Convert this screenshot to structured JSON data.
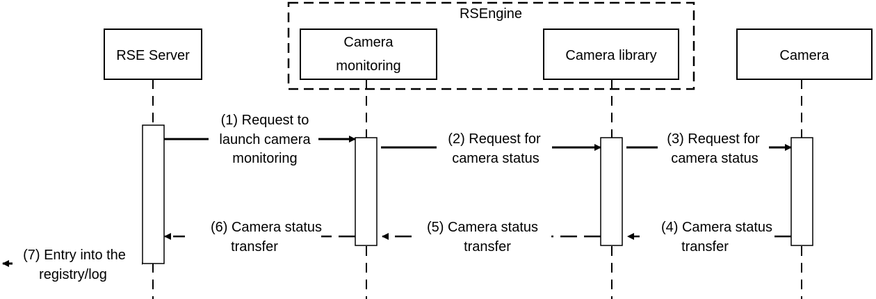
{
  "group": {
    "label": "RSEngine"
  },
  "participants": {
    "rse_server": "RSE Server",
    "camera_monitoring": [
      "Camera",
      "monitoring"
    ],
    "camera_library": "Camera library",
    "camera": "Camera"
  },
  "messages": {
    "m1": [
      "(1) Request to",
      "launch camera",
      "monitoring"
    ],
    "m2": [
      "(2) Request for",
      "camera status"
    ],
    "m3": [
      "(3) Request for",
      "camera status"
    ],
    "m4": [
      "(4) Camera status",
      "transfer"
    ],
    "m5": [
      "(5) Camera status",
      "transfer"
    ],
    "m6": [
      "(6) Camera status",
      "transfer"
    ],
    "m7": [
      "(7) Entry into the",
      "registry/log"
    ]
  }
}
